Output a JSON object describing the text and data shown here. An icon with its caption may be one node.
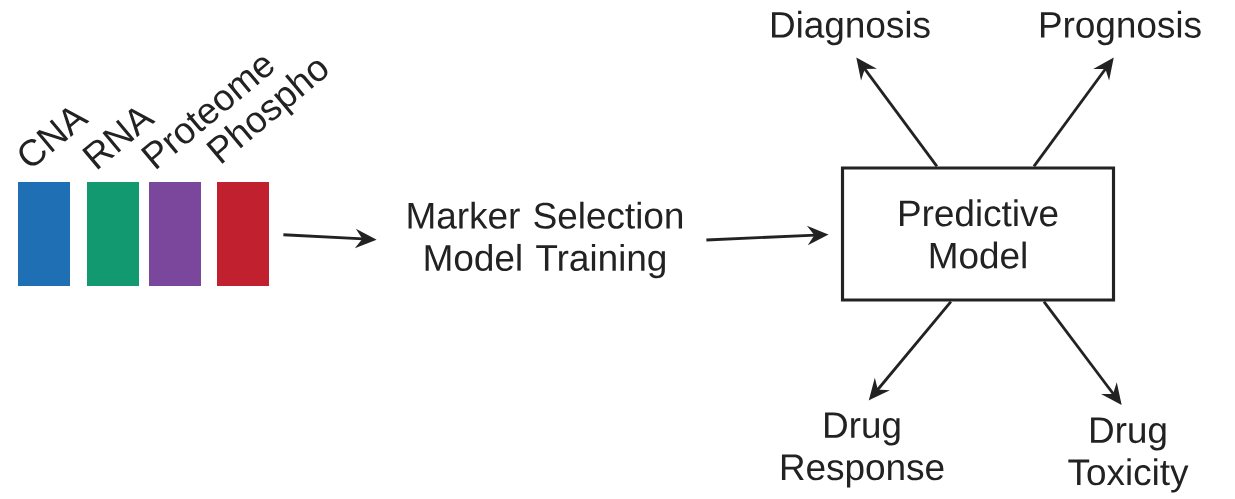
{
  "diagram": {
    "nodes": [
      {
        "text": [
          "CNA"
        ]
      },
      {
        "text": [
          "RNA"
        ]
      },
      {
        "text": [
          "Proteome"
        ]
      },
      {
        "text": [
          "Phospho"
        ]
      },
      {
        "text": [
          "Marker Selection Model Training"
        ]
      },
      {
        "text": [
          "Predictive Model"
        ]
      },
      {
        "text": [
          "Diagnosis"
        ]
      },
      {
        "text": [
          "Prognosis"
        ]
      },
      {
        "text": [
          "Drug Response"
        ]
      },
      {
        "text": [
          "Drug Toxicity"
        ]
      }
    ],
    "edges": [
      {
        "from": 3,
        "to": 4,
        "arrow": "to"
      },
      {
        "from": 4,
        "to": 5,
        "arrow": "to"
      },
      {
        "from": 5,
        "to": 6,
        "arrow": "to"
      },
      {
        "from": 5,
        "to": 7,
        "arrow": "to"
      },
      {
        "from": 5,
        "to": 8,
        "arrow": "to"
      },
      {
        "from": 5,
        "to": 9,
        "arrow": "to"
      }
    ]
  }
}
